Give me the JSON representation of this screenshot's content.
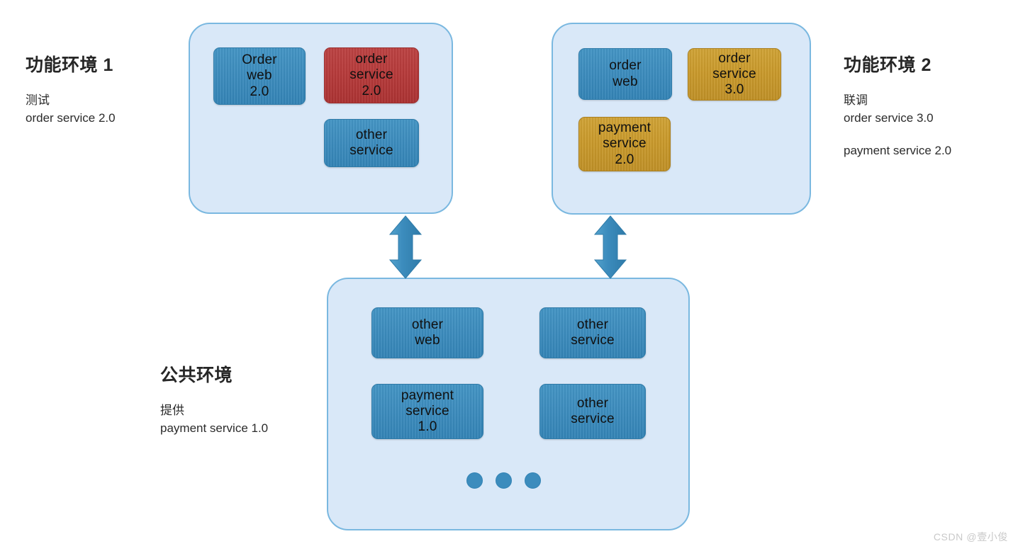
{
  "diagram": {
    "title_watermark": "CSDN @壹小俊",
    "captions": [
      {
        "id": "env1",
        "title": "功能环境 1",
        "lines": [
          "测试",
          "order service 2.0"
        ],
        "extra": ""
      },
      {
        "id": "env2",
        "title": "功能环境 2",
        "lines": [
          "联调",
          "order service 3.0"
        ],
        "extra": "payment service 2.0"
      },
      {
        "id": "public",
        "title": "公共环境",
        "lines": [
          "提供",
          "payment service 1.0"
        ],
        "extra": ""
      }
    ],
    "panels": [
      {
        "id": "env1",
        "name": "功能环境 1",
        "services": [
          {
            "label": "Order\nweb\n2.0",
            "color": "blue",
            "hex": "#3c8cbd"
          },
          {
            "label": "order\nservice\n2.0",
            "color": "red",
            "hex": "#b63a3a"
          },
          {
            "label": "other\nservice",
            "color": "blue",
            "hex": "#3c8cbd"
          }
        ]
      },
      {
        "id": "env2",
        "name": "功能环境 2",
        "services": [
          {
            "label": "order\nweb",
            "color": "blue",
            "hex": "#3c8cbd"
          },
          {
            "label": "order\nservice\n3.0",
            "color": "gold",
            "hex": "#c9992b"
          },
          {
            "label": "payment\nservice\n2.0",
            "color": "gold",
            "hex": "#c9992b"
          }
        ]
      },
      {
        "id": "public",
        "name": "公共环境",
        "services": [
          {
            "label": "other\nweb",
            "color": "blue",
            "hex": "#3c8cbd"
          },
          {
            "label": "other\nservice",
            "color": "blue",
            "hex": "#3c8cbd"
          },
          {
            "label": "payment\nservice\n1.0",
            "color": "blue",
            "hex": "#3c8cbd"
          },
          {
            "label": "other\nservice",
            "color": "blue",
            "hex": "#3c8cbd"
          }
        ],
        "more_indicator_dots": 3
      }
    ],
    "connectors": [
      {
        "id": "env1-to-public",
        "type": "double-arrow",
        "orientation": "vertical"
      },
      {
        "id": "env2-to-public",
        "type": "double-arrow",
        "orientation": "vertical"
      }
    ],
    "colors": {
      "panel_fill": "#d9e8f8",
      "panel_border": "#7ab8e0",
      "blue": "#3c8cbd",
      "red": "#b63a3a",
      "gold": "#c9992b",
      "arrow": "#3c8cbd",
      "text": "#101010",
      "watermark": "#c9c9c9"
    }
  }
}
